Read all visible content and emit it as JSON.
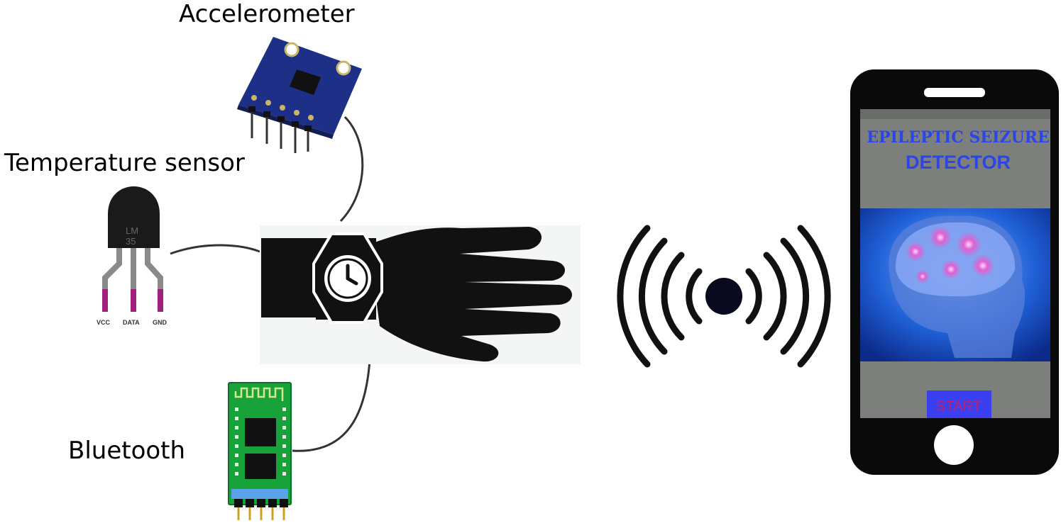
{
  "labels": {
    "accelerometer": "Accelerometer",
    "temperature": "Temperature sensor",
    "bluetooth": "Bluetooth"
  },
  "temp_chip": {
    "marking_line1": "LM",
    "marking_line2": "35",
    "pins": [
      "VCC",
      "DATA",
      "GND"
    ]
  },
  "phone": {
    "title_line1": "EPILEPTIC SEIZURE",
    "title_line2": "DETECTOR",
    "start_button": "START"
  },
  "colors": {
    "phone_text": "#2a45e8",
    "start_button_bg": "#3a3ff0",
    "start_button_text": "#c0206a",
    "sensor_board": "#1d2f86",
    "bluetooth_board": "#18a23a",
    "pin_magenta": "#a0207e"
  }
}
